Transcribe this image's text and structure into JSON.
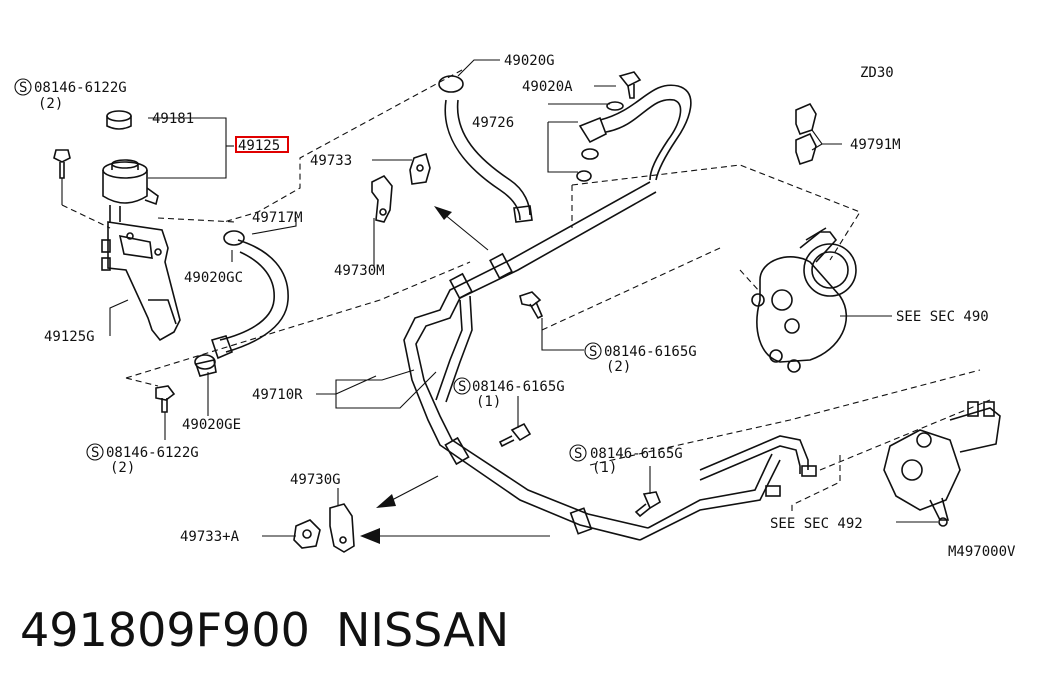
{
  "engine_code": "ZD30",
  "figure_code": "M497000V",
  "highlight_color": "#e00000",
  "footer": {
    "part_number": "491809F900",
    "brand": "NISSAN"
  },
  "labels": {
    "bolt_top_left": "08146-6122G",
    "bolt_top_left_qty": "(2)",
    "p49181": "49181",
    "p49125": "49125",
    "p49125g": "49125G",
    "p49020g": "49020G",
    "p49020a": "49020A",
    "p49726": "49726",
    "p49733": "49733",
    "p49730m": "49730M",
    "p49717m": "49717M",
    "p49020gc": "49020GC",
    "p49791m": "49791M",
    "see_sec_490": "SEE  SEC  490",
    "bolt_mid_right": "08146-6165G",
    "bolt_mid_right_qty": "(2)",
    "bolt_mid": "08146-6165G",
    "bolt_mid_qty": "(1)",
    "p49710r": "49710R",
    "p49020ge": "49020GE",
    "bolt_bottom_left": "08146-6122G",
    "bolt_bottom_left_qty": "(2)",
    "bolt_lower_mid": "08146-6165G",
    "bolt_lower_mid_qty": "(1)",
    "p49730g": "49730G",
    "p49733a": "49733+A",
    "see_sec_492": "SEE  SEC  492",
    "s_symbol": "S"
  }
}
